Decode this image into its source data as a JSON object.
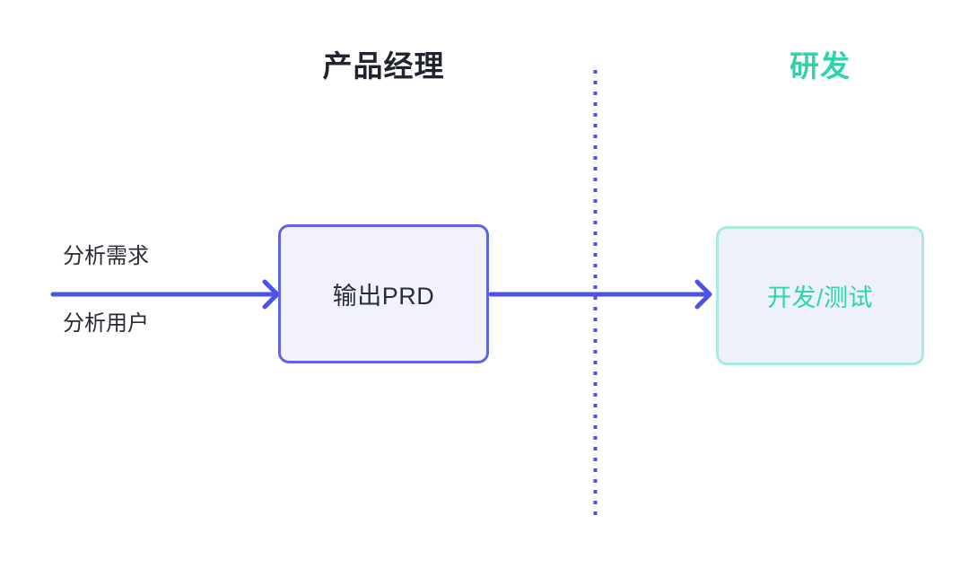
{
  "colors": {
    "accent-blue": "#4b52e5",
    "node-blue-border": "#5d64e8",
    "node-blue-fill": "#f1f2fc",
    "node-teal-border": "#a7ecd9",
    "node-teal-fill": "#eef1fa",
    "teal": "#2fd3a9",
    "title-dark": "#1f242e",
    "label-dark": "#272c35"
  },
  "lanes": {
    "left_title": "产品经理",
    "right_title": "研发"
  },
  "annotations": {
    "input_top": "分析需求",
    "input_bottom": "分析用户"
  },
  "nodes": {
    "prd": {
      "label": "输出PRD"
    },
    "dev": {
      "label": "开发/测试"
    }
  }
}
